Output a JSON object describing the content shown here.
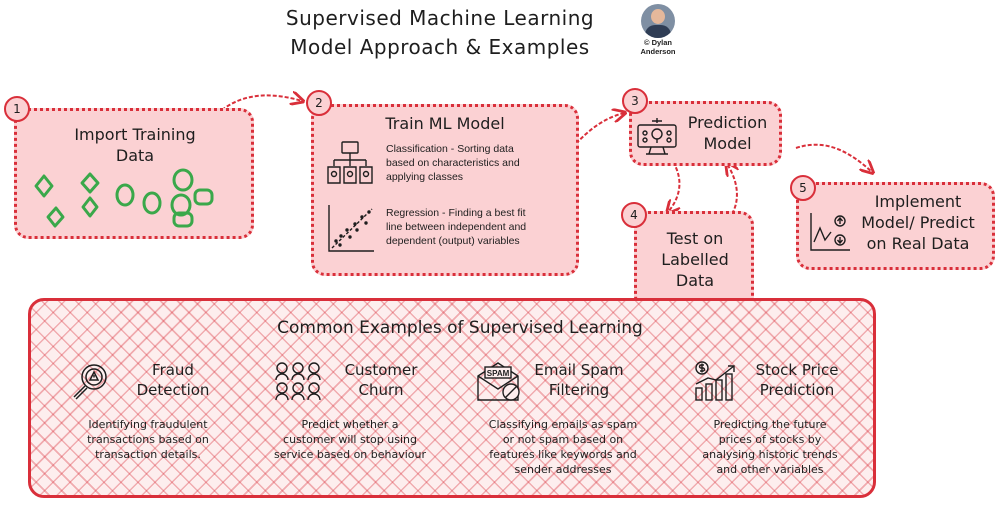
{
  "header": {
    "title_line1": "Supervised Machine Learning",
    "title_line2": "Model Approach & Examples",
    "credit_line1": "© Dylan",
    "credit_line2": "Anderson"
  },
  "steps": [
    {
      "number": "1",
      "title_line1": "Import Training",
      "title_line2": "Data"
    },
    {
      "number": "2",
      "title": "Train ML Model",
      "classification": {
        "line1": "Classification - Sorting data",
        "line2": "based on characteristics and",
        "line3": "applying classes"
      },
      "regression": {
        "line1": "Regression - Finding a best fit",
        "line2": "line between independent and",
        "line3": "dependent (output) variables"
      }
    },
    {
      "number": "3",
      "title_line1": "Prediction",
      "title_line2": "Model"
    },
    {
      "number": "4",
      "title_line1": "Test on",
      "title_line2": "Labelled",
      "title_line3": "Data"
    },
    {
      "number": "5",
      "title_line1": "Implement",
      "title_line2": "Model/ Predict",
      "title_line3": "on Real Data"
    }
  ],
  "examples_section": {
    "title": "Common Examples of Supervised Learning",
    "items": [
      {
        "title_line1": "Fraud",
        "title_line2": "Detection",
        "icon": "fraud-detection-icon",
        "desc_line1": "Identifying fraudulent",
        "desc_line2": "transactions based on",
        "desc_line3": "transaction details.",
        "desc_line4": ""
      },
      {
        "title_line1": "Customer",
        "title_line2": "Churn",
        "icon": "customer-churn-icon",
        "desc_line1": "Predict whether a",
        "desc_line2": "customer will stop using",
        "desc_line3": "service based on behaviour",
        "desc_line4": ""
      },
      {
        "title_line1": "Email Spam",
        "title_line2": "Filtering",
        "icon": "email-spam-icon",
        "icon_label": "SPAM",
        "desc_line1": "Classifying emails as spam",
        "desc_line2": "or not spam based on",
        "desc_line3": "features like keywords and",
        "desc_line4": "sender addresses"
      },
      {
        "title_line1": "Stock Price",
        "title_line2": "Prediction",
        "icon": "stock-chart-icon",
        "desc_line1": "Predicting the future",
        "desc_line2": "prices of stocks by",
        "desc_line3": "analysing historic trends",
        "desc_line4": "and other variables"
      }
    ]
  },
  "colors": {
    "accent": "#d92f3a",
    "box_fill": "#fbd1d3",
    "shape_green": "#3aa84a",
    "text": "#1e1e1e"
  }
}
